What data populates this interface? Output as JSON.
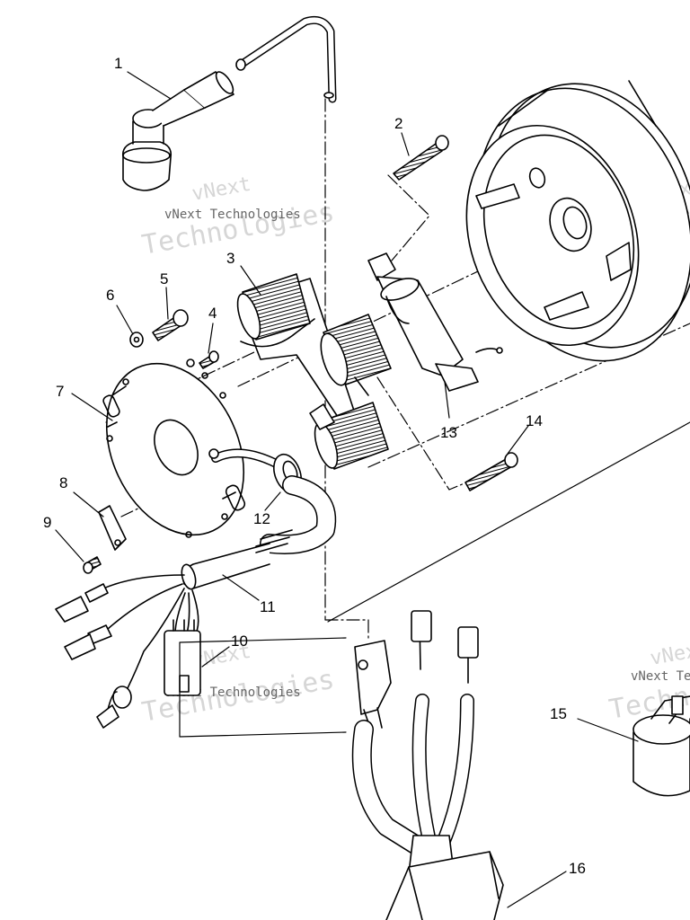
{
  "watermark": {
    "brand_line1": "vNext",
    "brand_line2": "Technologies",
    "small": "vNext Technologies"
  },
  "callouts": {
    "1": "1",
    "2": "2",
    "3": "3",
    "4": "4",
    "5": "5",
    "6": "6",
    "7": "7",
    "8": "8",
    "9": "9",
    "10": "10",
    "11": "11",
    "12": "12",
    "13": "13",
    "14": "14",
    "15": "15",
    "16": "16"
  }
}
